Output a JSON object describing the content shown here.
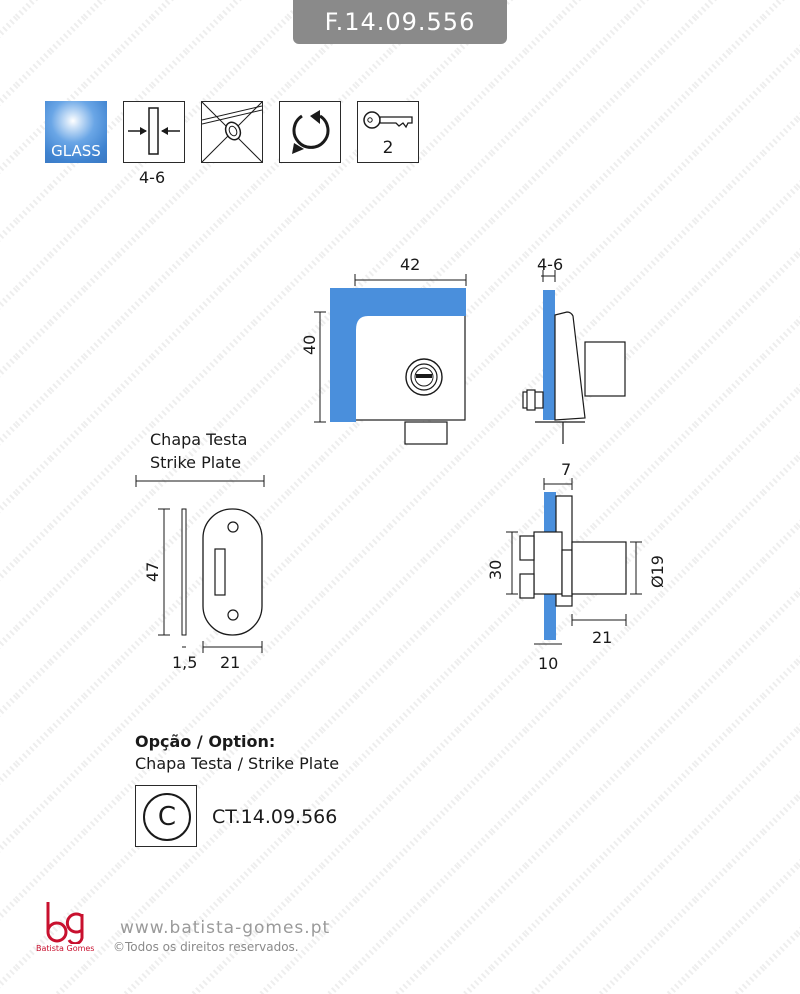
{
  "product_code": "F.14.09.556",
  "icons": [
    {
      "name": "glass-icon",
      "label": "GLASS"
    },
    {
      "name": "glass-thickness-icon",
      "label": "4-6"
    },
    {
      "name": "glass-hole-icon",
      "label": ""
    },
    {
      "name": "rotation-icon",
      "label": ""
    },
    {
      "name": "key-icon",
      "label": "2"
    }
  ],
  "dimensions": {
    "front_width": "42",
    "front_height": "40",
    "side_thickness": "4-6",
    "top_depth": "7",
    "top_height": "30",
    "top_diameter": "Ø19",
    "top_length": "21",
    "top_base": "10",
    "strike_height": "47",
    "strike_thickness": "1,5",
    "strike_width": "21"
  },
  "strike_plate": {
    "title_pt": "Chapa Testa",
    "title_en": "Strike Plate"
  },
  "option": {
    "heading": "Opção / Option:",
    "description": "Chapa Testa / Strike Plate",
    "code_letter": "C",
    "code": "CT.14.09.566"
  },
  "footer": {
    "brand": "Batista Gomes",
    "url": "www.batista-gomes.pt",
    "copyright": "©Todos os direitos reservados."
  },
  "colors": {
    "glass_blue": "#4a8fdc",
    "brand_red": "#c8102e",
    "title_gray": "#8a8a8a"
  }
}
